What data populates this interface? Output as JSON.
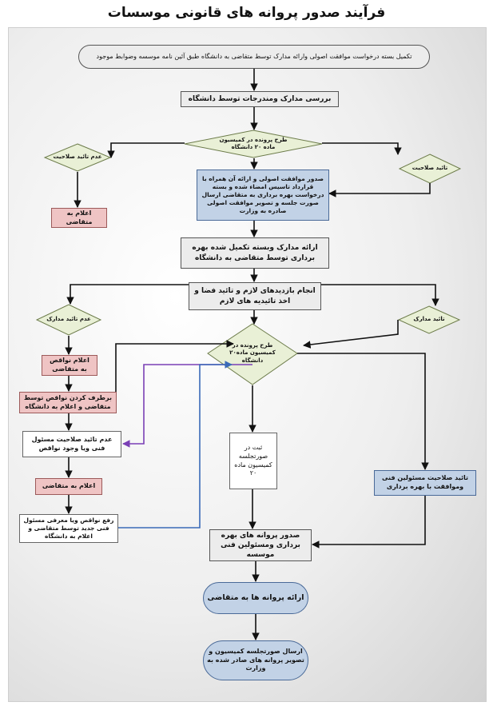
{
  "title": "فرآیند صدور پروانه های قانونی موسسات",
  "colors": {
    "blue_box": "#c2d2e6",
    "pink_box": "#efc4c4",
    "diamond": "#e9f0d6",
    "purple_line": "#7a3fb5",
    "blue_line": "#3a6ab8"
  },
  "nodes": {
    "n1": "تکمیل بسته درخواست موافقت اصولی وارائه مدارک  توسط متقاضی به دانشگاه طبق آئین نامه موسسه وضوابط موجود",
    "n2": "بررسی مدارک ومندرجات توسط دانشگاه",
    "d1": "طرح پرونده در کمیسیون ماده ۲۰ دانشگاه",
    "d2": "عدم  تائید صلاحیت",
    "d3": "تائید صلاحیت",
    "n3": "اعلام به متقاضی",
    "n4": "صدور موافقت اصولی و ارائه آن همراه با قرارداد تاسیس امضاء شده و بسته درخواست بهره برداری به متقاضی ارسال صورت جلسه و تصویر موافقت اصولی صادره به وزارت",
    "n5": "ارائه مدارک وبسته تکمیل شده بهره برداری توسط متقاضی  به دانشگاه",
    "n6": "انجام بازدیدهای لازم و تائید فضا و اخذ تائیدیه های لازم",
    "d4": "عدم تائید مدارک",
    "d5": "تائید مدارک",
    "d6": "طرح پرونده در کمیسیون ماده۲۰ دانشگاه",
    "n7": "اعلام نواقص به متقاضی",
    "n8": "برطرف کردن نواقص توسط متقاضی و اعلام به دانشگاه",
    "n9": "عدم تائید صلاحیت مسئول فنی ویا وجود نواقص",
    "n10": "اعلام به متقاضی",
    "n11": "رفع نواقص ویا معرفی مسئول فنی جدید توسط متقاضی و اعلام به دانشگاه",
    "n12": "ثبت در صورتجلسه کمیسیون ماده ۲۰",
    "n13": "تائید صلاحیت مسئولین فنی وموافقت با بهره برداری",
    "n14": "صدور پروانه های بهره برداری ومسئولین فنی موسسه",
    "n15": "ارائه پروانه ها به متقاضی",
    "n16": "ارسال صورتجلسه کمیسیون و تصویر پروانه های صادر شده به وزارت"
  }
}
